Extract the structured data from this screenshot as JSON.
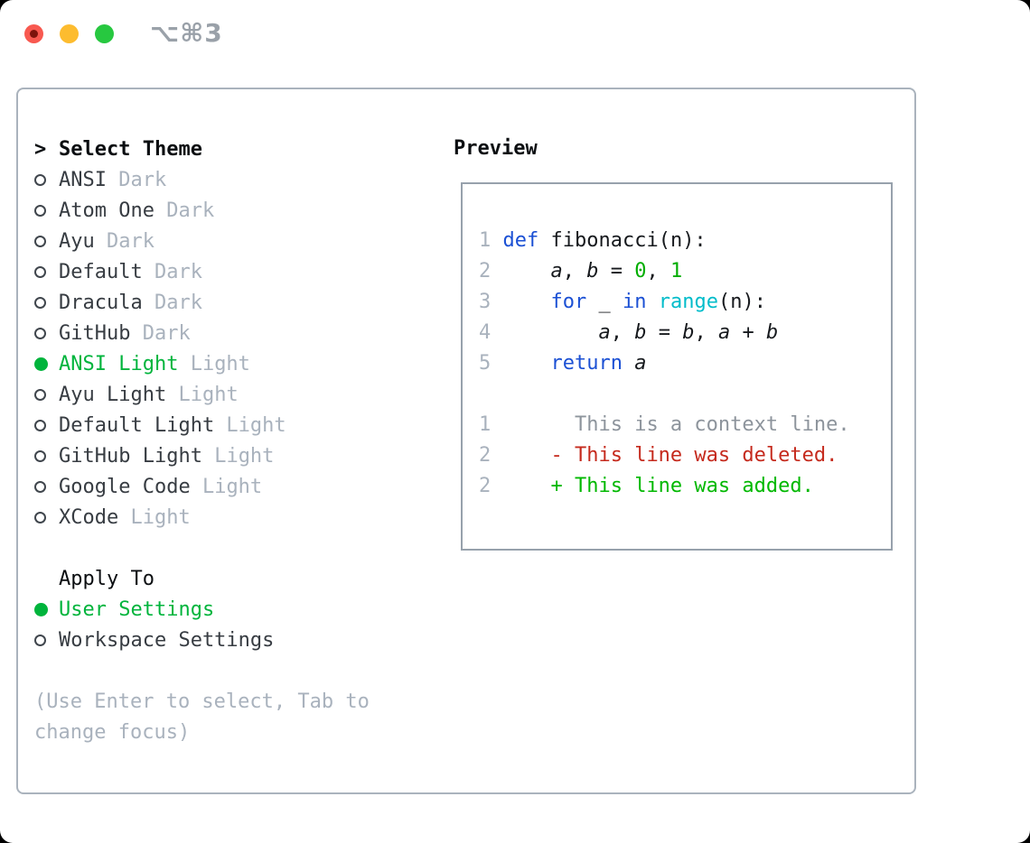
{
  "window": {
    "shortcut_label": "⌥⌘3"
  },
  "icons": [
    {
      "name": "traffic-light-close-icon",
      "glyph": "filled-circle-with-dot",
      "color": "#f85950"
    },
    {
      "name": "traffic-light-minimize-icon",
      "glyph": "filled-circle",
      "color": "#fdbc2f"
    },
    {
      "name": "traffic-light-zoom-icon",
      "glyph": "filled-circle",
      "color": "#27c840"
    },
    {
      "name": "radio-icon",
      "glyph": "outline-circle",
      "color": "#40464d"
    },
    {
      "name": "selected-radio-icon",
      "glyph": "filled-circle",
      "color": "#00b43c"
    },
    {
      "name": "prompt-chevron-icon",
      "glyph": ">",
      "color": "#0b0e11"
    }
  ],
  "colors": {
    "selected_green": "#00b43c",
    "keyword_blue": "#1b50d4",
    "builtin_cyan": "#00bcca",
    "number_green": "#00ad00",
    "added_green": "#00b800",
    "deleted_red": "#c52a1d",
    "muted_gray": "#a9b2bd",
    "context_gray": "#8d949c",
    "text_dark": "#373c42",
    "panel_border": "#aab3bd",
    "preview_border": "#97a1ac"
  },
  "theme_picker": {
    "header_prefix": ">",
    "header": "Select Theme",
    "items": [
      {
        "name": "ANSI",
        "variant": "Dark",
        "selected": false
      },
      {
        "name": "Atom One",
        "variant": "Dark",
        "selected": false
      },
      {
        "name": "Ayu",
        "variant": "Dark",
        "selected": false
      },
      {
        "name": "Default",
        "variant": "Dark",
        "selected": false
      },
      {
        "name": "Dracula",
        "variant": "Dark",
        "selected": false
      },
      {
        "name": "GitHub",
        "variant": "Dark",
        "selected": false
      },
      {
        "name": "ANSI Light",
        "variant": "Light",
        "selected": true
      },
      {
        "name": "Ayu Light",
        "variant": "Light",
        "selected": false
      },
      {
        "name": "Default Light",
        "variant": "Light",
        "selected": false
      },
      {
        "name": "GitHub Light",
        "variant": "Light",
        "selected": false
      },
      {
        "name": "Google Code",
        "variant": "Light",
        "selected": false
      },
      {
        "name": "XCode",
        "variant": "Light",
        "selected": false
      }
    ],
    "apply_to": {
      "header": "Apply To",
      "items": [
        {
          "label": "User Settings",
          "selected": true
        },
        {
          "label": "Workspace Settings",
          "selected": false
        }
      ]
    },
    "hint_lines": [
      "(Use Enter to select, Tab to",
      "change focus)"
    ]
  },
  "preview": {
    "header": "Preview",
    "lines": [
      {
        "num": "1",
        "segments": [
          {
            "t": "def",
            "c": "kw"
          },
          {
            "t": " fibonacci(n):",
            "c": "plain"
          }
        ]
      },
      {
        "num": "2",
        "segments": [
          {
            "t": "    ",
            "c": "plain"
          },
          {
            "t": "a",
            "c": "var"
          },
          {
            "t": ", ",
            "c": "plain"
          },
          {
            "t": "b",
            "c": "var"
          },
          {
            "t": " = ",
            "c": "plain"
          },
          {
            "t": "0",
            "c": "num"
          },
          {
            "t": ", ",
            "c": "plain"
          },
          {
            "t": "1",
            "c": "num"
          }
        ]
      },
      {
        "num": "3",
        "segments": [
          {
            "t": "    ",
            "c": "plain"
          },
          {
            "t": "for",
            "c": "kw"
          },
          {
            "t": " _ ",
            "c": "plain"
          },
          {
            "t": "in",
            "c": "kw"
          },
          {
            "t": " ",
            "c": "plain"
          },
          {
            "t": "range",
            "c": "builtin"
          },
          {
            "t": "(n):",
            "c": "plain"
          }
        ]
      },
      {
        "num": "4",
        "segments": [
          {
            "t": "        ",
            "c": "plain"
          },
          {
            "t": "a",
            "c": "var"
          },
          {
            "t": ", ",
            "c": "plain"
          },
          {
            "t": "b",
            "c": "var"
          },
          {
            "t": " = ",
            "c": "plain"
          },
          {
            "t": "b",
            "c": "var"
          },
          {
            "t": ", ",
            "c": "plain"
          },
          {
            "t": "a",
            "c": "var"
          },
          {
            "t": " + ",
            "c": "plain"
          },
          {
            "t": "b",
            "c": "var"
          }
        ]
      },
      {
        "num": "5",
        "segments": [
          {
            "t": "    ",
            "c": "plain"
          },
          {
            "t": "return",
            "c": "kw"
          },
          {
            "t": " ",
            "c": "plain"
          },
          {
            "t": "a",
            "c": "var"
          }
        ]
      },
      {
        "num": "",
        "segments": []
      },
      {
        "num": "1",
        "segments": [
          {
            "t": "      This is a context line.",
            "c": "context"
          }
        ]
      },
      {
        "num": "2",
        "segments": [
          {
            "t": "    - This line was deleted.",
            "c": "deleted"
          }
        ]
      },
      {
        "num": "2",
        "segments": [
          {
            "t": "    + This line was added.",
            "c": "added"
          }
        ]
      }
    ]
  }
}
